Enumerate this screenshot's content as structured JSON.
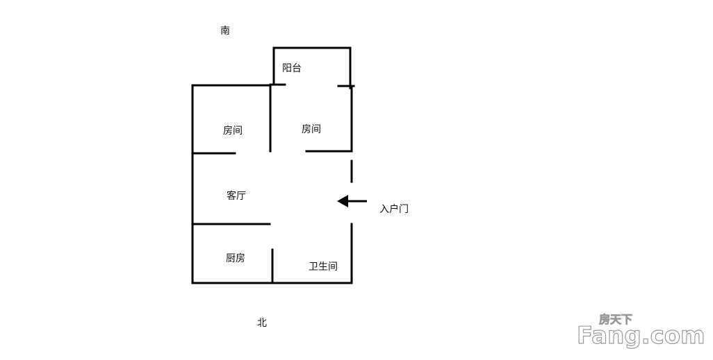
{
  "compass": {
    "south": "南",
    "north": "北"
  },
  "rooms": {
    "balcony": "阳台",
    "room_left": "房间",
    "room_right": "房间",
    "living_room": "客厅",
    "kitchen": "厨房",
    "bathroom": "卫生间"
  },
  "entrance": {
    "label": "入户门"
  },
  "watermark": {
    "main": "Fang.com",
    "sub": "房天下"
  },
  "colors": {
    "wall": "#000000",
    "background": "#ffffff",
    "watermark_outline": "#9a9a9a"
  }
}
